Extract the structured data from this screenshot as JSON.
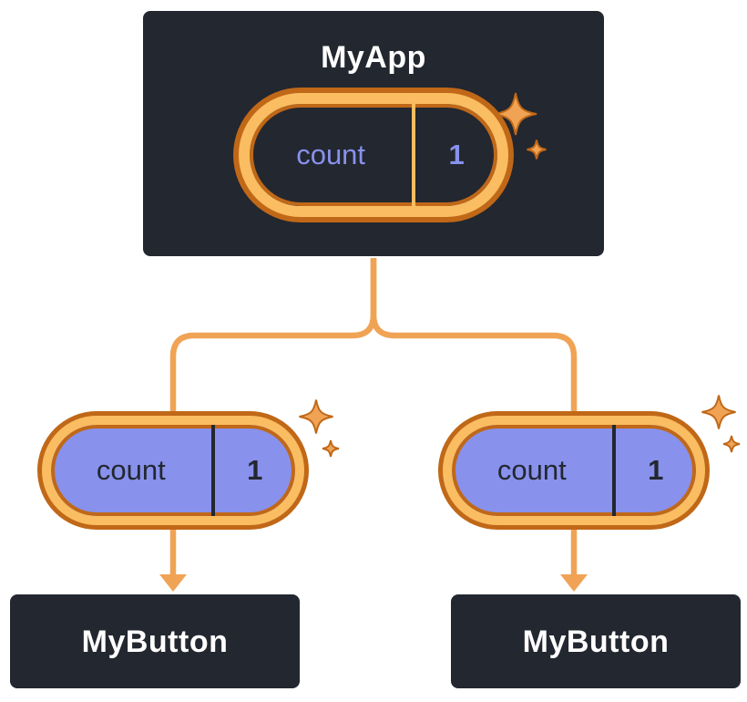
{
  "colors": {
    "canvas-bg": "#ffffff",
    "node-bg": "#23272F",
    "node-border": "#ffffff",
    "node-text": "#ffffff",
    "orange-dark": "#C06818",
    "orange-light": "#FABD62",
    "connector": "#F0A355",
    "lavender": "#8891EC",
    "pill-dark-text": "#8891EC",
    "pill-light-text": "#23272F"
  },
  "icons": {
    "sparkle": "four-point-star",
    "arrow": "down-arrow"
  },
  "diagram": {
    "root": {
      "title": "MyApp",
      "state": {
        "key": "count",
        "value": "1"
      }
    },
    "children": [
      {
        "title": "MyButton",
        "prop": {
          "key": "count",
          "value": "1"
        }
      },
      {
        "title": "MyButton",
        "prop": {
          "key": "count",
          "value": "1"
        }
      }
    ]
  }
}
